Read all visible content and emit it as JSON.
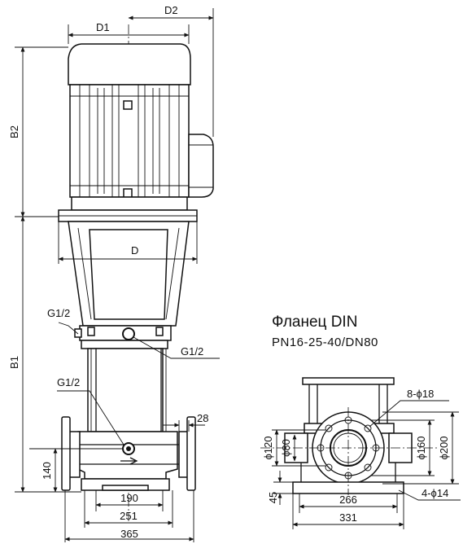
{
  "flange": {
    "title": "Фланец DIN",
    "subtitle": "PN16-25-40/DN80"
  },
  "dims": {
    "d1": "D1",
    "d2": "D2",
    "d": "D",
    "b1": "B1",
    "b2": "B2",
    "g_top": "G1/2",
    "g_mid": "G1/2",
    "g_low": "G1/2",
    "w28": "28",
    "h140": "140",
    "w190": "190",
    "w251": "251",
    "w365": "365",
    "bolts": "8-ϕ18",
    "d120": "ϕ120",
    "d80": "ϕ80",
    "d160": "ϕ160",
    "d200": "ϕ200",
    "h45": "45",
    "w266": "266",
    "w331": "331",
    "holes": "4-ϕ14"
  }
}
